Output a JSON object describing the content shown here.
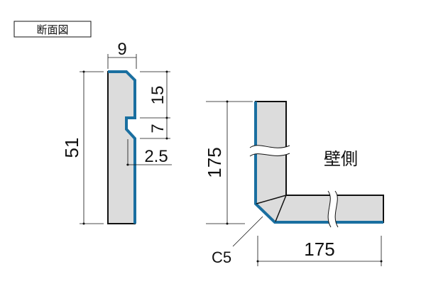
{
  "title": "断面図",
  "profile": {
    "width_label": "9",
    "height_label": "51",
    "top_label": "15",
    "notch_label": "7",
    "depth_label": "2.5"
  },
  "corner": {
    "vertical_label": "175",
    "horizontal_label": "175",
    "chamfer_label": "C5",
    "wall_side_label": "壁側"
  },
  "colors": {
    "accent": "#1a6fa0",
    "fill": "#dcdcdc",
    "line": "#111111"
  }
}
